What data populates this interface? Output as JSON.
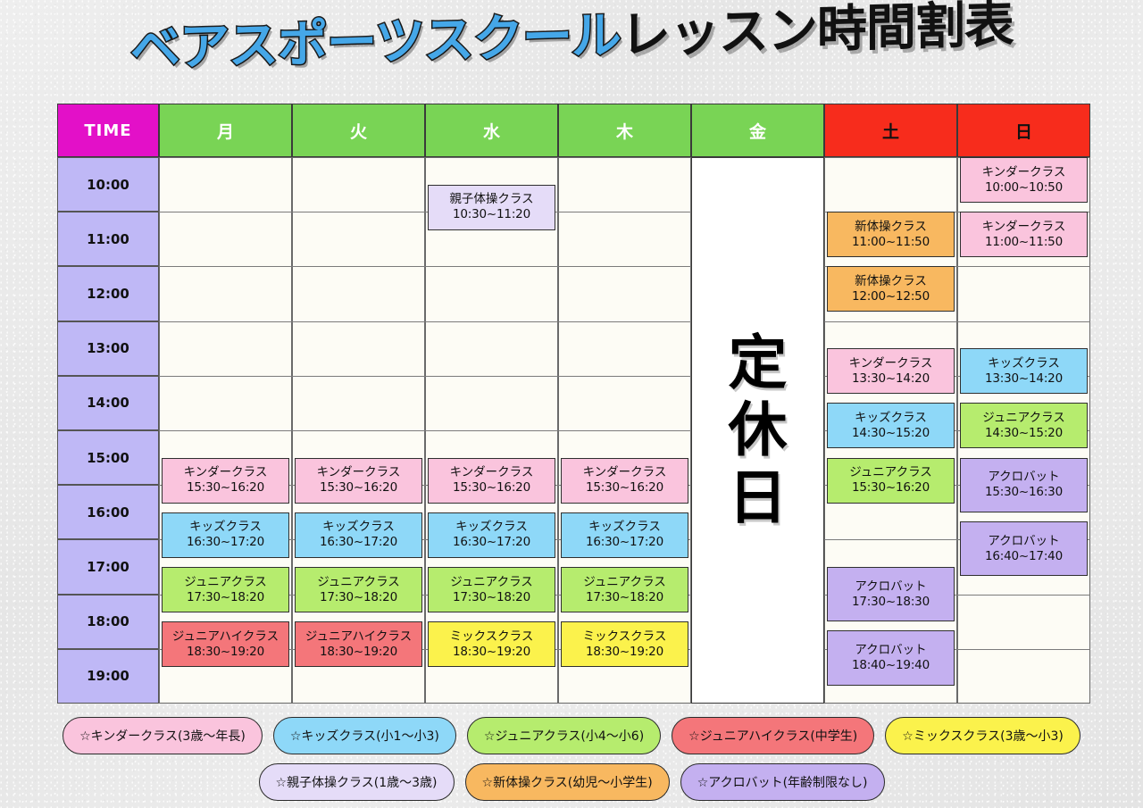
{
  "title": {
    "brand": "ベアスポーツスクール",
    "sub": "レッスン時間割表",
    "brand_color": "#45a7e8"
  },
  "table": {
    "columns": [
      {
        "label": "TIME",
        "kind": "time",
        "color": "#e310c8"
      },
      {
        "label": "月",
        "kind": "weekday",
        "color": "#79d455"
      },
      {
        "label": "火",
        "kind": "weekday",
        "color": "#79d455"
      },
      {
        "label": "水",
        "kind": "weekday",
        "color": "#79d455"
      },
      {
        "label": "木",
        "kind": "weekday",
        "color": "#79d455"
      },
      {
        "label": "金",
        "kind": "weekday",
        "color": "#79d455"
      },
      {
        "label": "土",
        "kind": "saturday",
        "color": "#f72c1c"
      },
      {
        "label": "日",
        "kind": "sunday",
        "color": "#f72c1c"
      }
    ],
    "hours": [
      "10:00",
      "11:00",
      "12:00",
      "13:00",
      "14:00",
      "15:00",
      "16:00",
      "17:00",
      "18:00",
      "19:00"
    ],
    "closed_day": {
      "column": "金",
      "chars": [
        "定",
        "休",
        "日"
      ],
      "text": "定休日"
    },
    "lessons": [
      {
        "day": "水",
        "name": "親子体操クラス",
        "time": "10:30~11:20",
        "color": "#e5dcf8"
      },
      {
        "day": "月",
        "name": "キンダークラス",
        "time": "15:30~16:20",
        "color": "#fac4dd"
      },
      {
        "day": "月",
        "name": "キッズクラス",
        "time": "16:30~17:20",
        "color": "#8ed8f8"
      },
      {
        "day": "月",
        "name": "ジュニアクラス",
        "time": "17:30~18:20",
        "color": "#b6ec6e"
      },
      {
        "day": "月",
        "name": "ジュニアハイクラス",
        "time": "18:30~19:20",
        "color": "#f4767a"
      },
      {
        "day": "火",
        "name": "キンダークラス",
        "time": "15:30~16:20",
        "color": "#fac4dd"
      },
      {
        "day": "火",
        "name": "キッズクラス",
        "time": "16:30~17:20",
        "color": "#8ed8f8"
      },
      {
        "day": "火",
        "name": "ジュニアクラス",
        "time": "17:30~18:20",
        "color": "#b6ec6e"
      },
      {
        "day": "火",
        "name": "ジュニアハイクラス",
        "time": "18:30~19:20",
        "color": "#f4767a"
      },
      {
        "day": "水",
        "name": "キンダークラス",
        "time": "15:30~16:20",
        "color": "#fac4dd"
      },
      {
        "day": "水",
        "name": "キッズクラス",
        "time": "16:30~17:20",
        "color": "#8ed8f8"
      },
      {
        "day": "水",
        "name": "ジュニアクラス",
        "time": "17:30~18:20",
        "color": "#b6ec6e"
      },
      {
        "day": "水",
        "name": "ミックスクラス",
        "time": "18:30~19:20",
        "color": "#fbf24c"
      },
      {
        "day": "木",
        "name": "キンダークラス",
        "time": "15:30~16:20",
        "color": "#fac4dd"
      },
      {
        "day": "木",
        "name": "キッズクラス",
        "time": "16:30~17:20",
        "color": "#8ed8f8"
      },
      {
        "day": "木",
        "name": "ジュニアクラス",
        "time": "17:30~18:20",
        "color": "#b6ec6e"
      },
      {
        "day": "木",
        "name": "ミックスクラス",
        "time": "18:30~19:20",
        "color": "#fbf24c"
      },
      {
        "day": "土",
        "name": "新体操クラス",
        "time": "11:00~11:50",
        "color": "#f8b860"
      },
      {
        "day": "土",
        "name": "新体操クラス",
        "time": "12:00~12:50",
        "color": "#f8b860"
      },
      {
        "day": "土",
        "name": "キンダークラス",
        "time": "13:30~14:20",
        "color": "#fac4dd"
      },
      {
        "day": "土",
        "name": "キッズクラス",
        "time": "14:30~15:20",
        "color": "#8ed8f8"
      },
      {
        "day": "土",
        "name": "ジュニアクラス",
        "time": "15:30~16:20",
        "color": "#b6ec6e"
      },
      {
        "day": "土",
        "name": "アクロバット",
        "time": "17:30~18:30",
        "color": "#c4b0f0"
      },
      {
        "day": "土",
        "name": "アクロバット",
        "time": "18:40~19:40",
        "color": "#c4b0f0"
      },
      {
        "day": "日",
        "name": "キンダークラス",
        "time": "10:00~10:50",
        "color": "#fac4dd"
      },
      {
        "day": "日",
        "name": "キンダークラス",
        "time": "11:00~11:50",
        "color": "#fac4dd"
      },
      {
        "day": "日",
        "name": "キッズクラス",
        "time": "13:30~14:20",
        "color": "#8ed8f8"
      },
      {
        "day": "日",
        "name": "ジュニアクラス",
        "time": "14:30~15:20",
        "color": "#b6ec6e"
      },
      {
        "day": "日",
        "name": "アクロバット",
        "time": "15:30~16:30",
        "color": "#c4b0f0"
      },
      {
        "day": "日",
        "name": "アクロバット",
        "time": "16:40~17:40",
        "color": "#c4b0f0"
      }
    ]
  },
  "legend": {
    "row1": [
      {
        "label": "☆キンダークラス(3歳〜年長)",
        "color": "#fac4dd"
      },
      {
        "label": "☆キッズクラス(小1〜小3)",
        "color": "#8ed8f8"
      },
      {
        "label": "☆ジュニアクラス(小4〜小6)",
        "color": "#b6ec6e"
      },
      {
        "label": "☆ジュニアハイクラス(中学生)",
        "color": "#f4767a"
      },
      {
        "label": "☆ミックスクラス(3歳〜小3)",
        "color": "#fbf24c"
      }
    ],
    "row2": [
      {
        "label": "☆親子体操クラス(1歳〜3歳)",
        "color": "#e5dcf8"
      },
      {
        "label": "☆新体操クラス(幼児〜小学生)",
        "color": "#f8b860"
      },
      {
        "label": "☆アクロバット(年齢制限なし)",
        "color": "#c4b0f0"
      }
    ]
  }
}
